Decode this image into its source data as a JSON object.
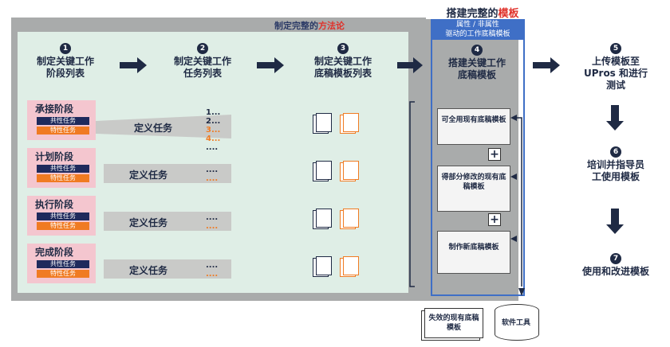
{
  "header": {
    "template_title_prefix": "搭建完整的",
    "template_title_highlight": "模板",
    "method_title_prefix": "制定完整的",
    "method_title_highlight": "方法论"
  },
  "steps": [
    {
      "num": "1",
      "line1": "制定关键工作",
      "line2": "阶段列表"
    },
    {
      "num": "2",
      "line1": "制定关键工作",
      "line2": "任务列表"
    },
    {
      "num": "3",
      "line1": "制定关键工作",
      "line2": "底稿模板列表"
    },
    {
      "num": "4",
      "line1": "搭建关键工作",
      "line2": "底稿模板"
    },
    {
      "num": "5",
      "line1": "上传模板至",
      "line2": "UPros 和进行",
      "line3": "测试"
    },
    {
      "num": "6",
      "line1": "培训并指导员",
      "line2": "工使用模板"
    },
    {
      "num": "7",
      "line1": "使用和改进模板"
    }
  ],
  "blue_header": {
    "line1": "属性 / 非属性",
    "line2": "驱动的工作底稿模板"
  },
  "stages": [
    {
      "name": "承接阶段",
      "common": "共性任务",
      "special": "特性任务"
    },
    {
      "name": "计划阶段",
      "common": "共性任务",
      "special": "特性任务"
    },
    {
      "name": "执行阶段",
      "common": "共性任务",
      "special": "特性任务"
    },
    {
      "name": "完成阶段",
      "common": "共性任务",
      "special": "特性任务"
    }
  ],
  "define_task": "定义任务",
  "task_list": [
    "1...",
    "2...",
    "3...",
    "4..."
  ],
  "ellipsis": "....",
  "templates": [
    {
      "text": "可全用现有底稿模板"
    },
    {
      "text": "得部分修改的现有底稿模板"
    },
    {
      "text": "制作新底稿模板"
    }
  ],
  "plus_sign": "+",
  "bottom": {
    "left": "失效的现有底稿模板",
    "right": "软件工具"
  },
  "colors": {
    "navy": "#1f2a44",
    "orange": "#f07b22",
    "red": "#e0312a",
    "blue": "#3f6fc6",
    "pink": "#f4c6cf",
    "green": "#dfeee6",
    "gray": "#a9abab"
  }
}
